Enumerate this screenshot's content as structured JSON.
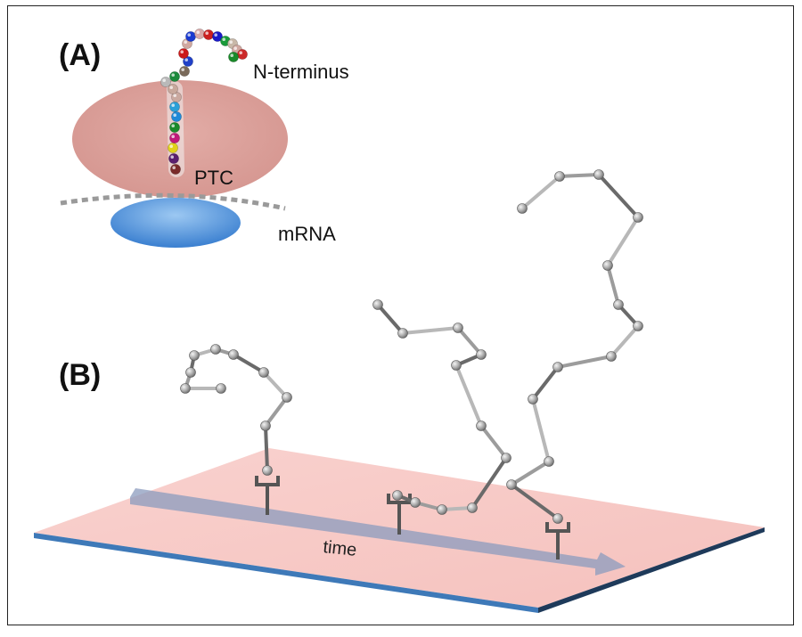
{
  "panel_a": {
    "label": "(A)",
    "n_terminus_label": "N-terminus",
    "ptc_label": "PTC",
    "mrna_label": "mRNA",
    "colors": {
      "ribosome": "#d9a29c",
      "mrna_subunit": "#4f93db",
      "mrna_strand": "#999999"
    },
    "bead_colors": [
      "#7a2a2a",
      "#5a1e6e",
      "#e0d21a",
      "#c0187a",
      "#1a8a2a",
      "#1f8ad8",
      "#2ba0d8",
      "#caa9a0",
      "#c8a89c",
      "#b9b9b9",
      "#1c8a3c",
      "#7a6a5a",
      "#2040c8",
      "#cc1a1a",
      "#d0a8a0",
      "#1a3ad0",
      "#d8a8a8",
      "#cc2020",
      "#1a1ac8",
      "#1a9a3a",
      "#c8b8a8",
      "#d0a8a0",
      "#cc2a2a",
      "#1a8a2a",
      "#e0e020",
      "#c0c0c0"
    ]
  },
  "panel_b": {
    "label": "(B)",
    "time_label": "time",
    "colors": {
      "surface": "#f7c9c6",
      "surface_edge": "#2c5a8a",
      "arrow": "#8a9ab8",
      "chain": "#9a9a9a",
      "tether": "#555555"
    }
  }
}
